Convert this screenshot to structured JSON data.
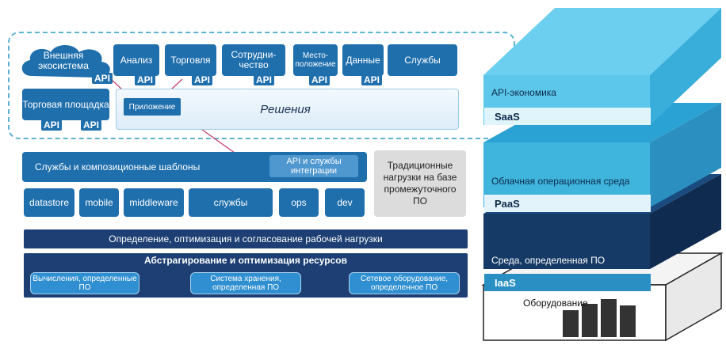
{
  "top": {
    "ecosystem": "Внешняя экосистема",
    "tiles": [
      "Анализ",
      "Торговля",
      "Сотрудни-чество",
      "Место-положение",
      "Данные",
      "Службы"
    ],
    "marketplace": "Торговая площадка",
    "app": "Приложение",
    "solutions": "Решения",
    "api": "API"
  },
  "mid": {
    "services_templates": "Службы и композиционные шаблоны",
    "api_integration": "API и службы интеграции",
    "traditional": "Традиционные нагрузки на базе промежуточного ПО",
    "items": [
      "datastore",
      "mobile",
      "middleware",
      "службы",
      "ops",
      "dev"
    ]
  },
  "bottom": {
    "workload": "Определение, оптимизация и согласование рабочей нагрузки",
    "abstraction": "Абстрагирование и оптимизация ресурсов",
    "compute": "Вычисления, определенные ПО",
    "storage": "Система хранения, определенная ПО",
    "network": "Сетевое оборудование, определенное ПО"
  },
  "stack": {
    "saas_label": "API-экономика",
    "saas": "SaaS",
    "paas_label": "Облачная операционная среда",
    "paas": "PaaS",
    "iaas_label": "Среда, определенная ПО",
    "iaas": "IaaS",
    "hardware": "Оборудование"
  },
  "colors": {
    "primary_blue": "#1f6fad",
    "dark_navy": "#1d3f73",
    "saas_cyan": "#5cc7ea",
    "paas_cyan": "#3fb4dc",
    "iaas_navy": "#163a66"
  },
  "icons": [
    "cloud-icon",
    "server-rack-icon"
  ]
}
